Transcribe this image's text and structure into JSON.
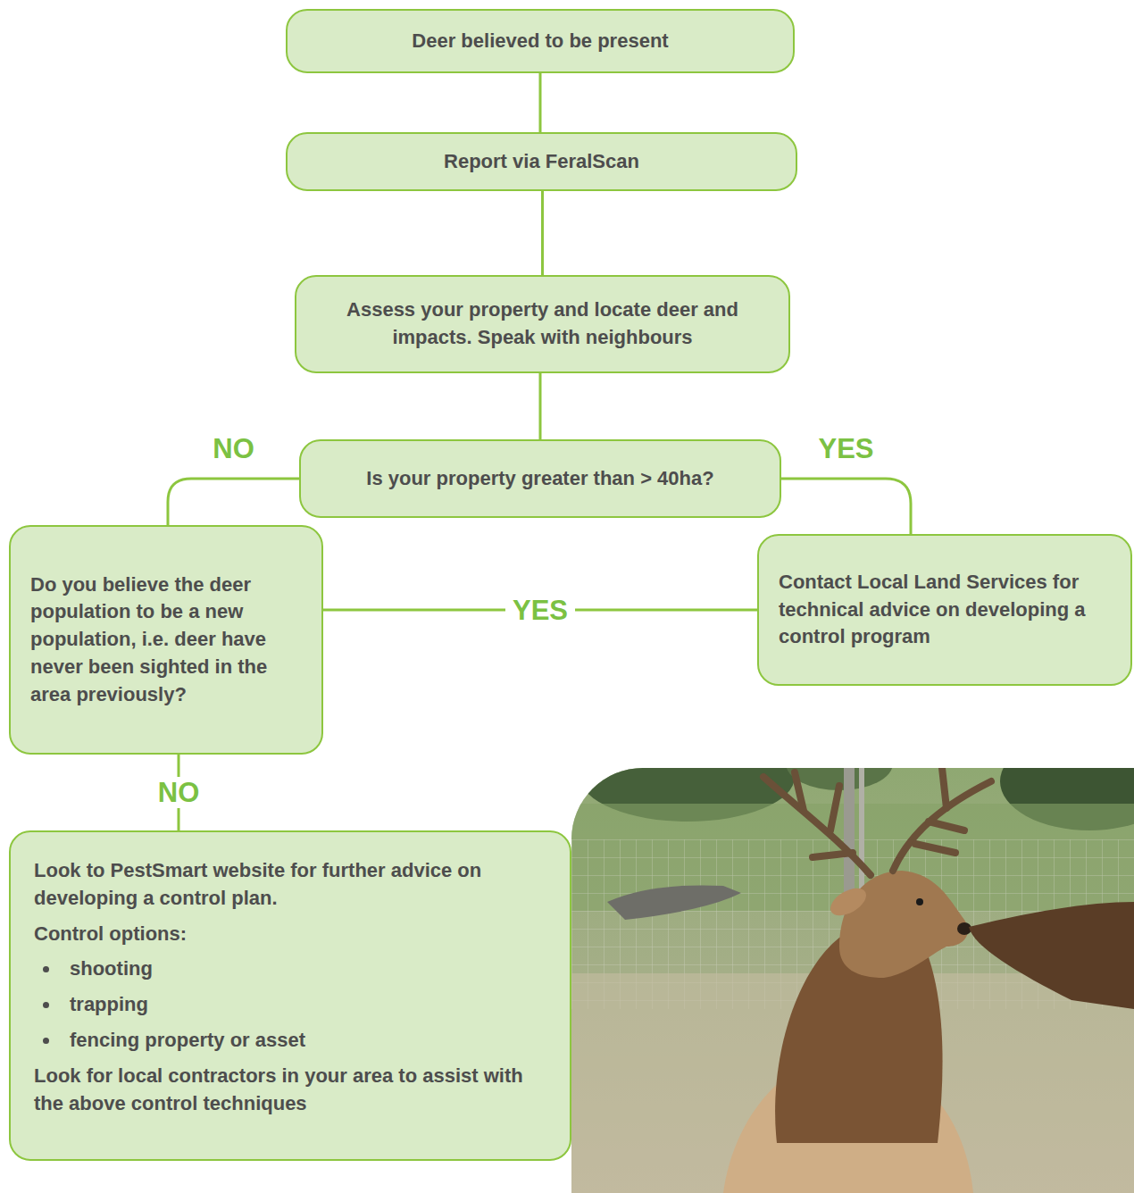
{
  "diagram": {
    "nodes": [
      {
        "text": [
          "Deer believed to be present"
        ]
      },
      {
        "text": [
          "Report via FeralScan"
        ]
      },
      {
        "text": [
          "Assess your property and locate deer and impacts. Speak with neighbours"
        ]
      },
      {
        "text": [
          "Is your property greater than > 40ha?"
        ]
      },
      {
        "text": [
          "Do you believe the deer population to be a new population, i.e. deer have never been sighted in the area previously?"
        ]
      },
      {
        "text": [
          "Contact Local Land Services for technical advice on developing a control program"
        ]
      },
      {
        "text": [
          "Look to PestSmart website for further advice on developing a control plan.",
          "Control options:",
          "shooting",
          "trapping",
          "fencing property or asset",
          "Look for local contractors in your area to assist with the above control techniques"
        ]
      }
    ],
    "edges": [
      {
        "from": 0,
        "to": 1,
        "arrow": "none"
      },
      {
        "from": 1,
        "to": 2,
        "arrow": "none"
      },
      {
        "from": 2,
        "to": 3,
        "arrow": "none"
      },
      {
        "from": 3,
        "to": 4,
        "label": "NO",
        "arrow": "none"
      },
      {
        "from": 3,
        "to": 5,
        "label": "YES",
        "arrow": "none"
      },
      {
        "from": 4,
        "to": 5,
        "label": "YES",
        "arrow": "none"
      },
      {
        "from": 4,
        "to": 6,
        "label": "NO",
        "arrow": "none"
      }
    ]
  }
}
